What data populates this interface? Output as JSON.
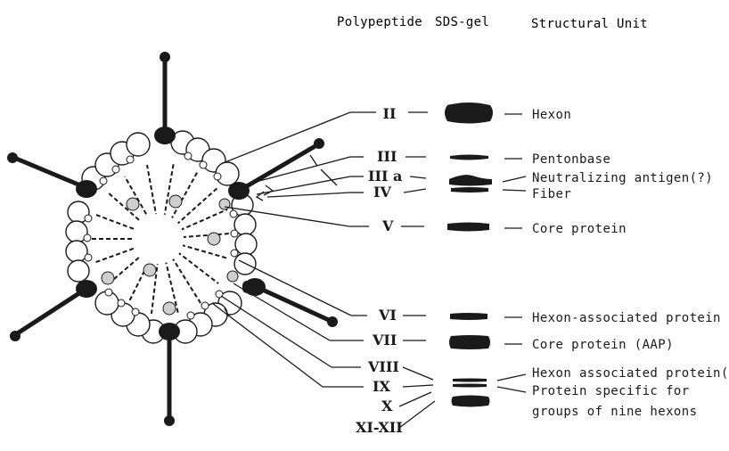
{
  "headers": {
    "polypeptide": "Polypeptide",
    "sds_gel": "SDS-gel",
    "structural_unit": "Structural Unit"
  },
  "polypeptides": {
    "II": "II",
    "III": "III",
    "IIIa": "III a",
    "IV": "IV",
    "V": "V",
    "VI": "VI",
    "VII": "VII",
    "VIII": "VIII",
    "IX": "IX",
    "X": "X",
    "XI_XII": "XI-XII"
  },
  "units": {
    "hexon": "Hexon",
    "pentonbase": "Pentonbase",
    "neutralizing_antigen": "Neutralizing antigen(?)",
    "fiber": "Fiber",
    "core_protein": "Core protein",
    "hexon_associated_protein": "Hexon-associated protein",
    "core_protein_aap": "Core protein (AAP)",
    "hexon_associated_protein_q": "Hexon associated protein(?)",
    "protein_specific_1": "Protein specific for",
    "protein_specific_2": "groups of nine hexons"
  },
  "colors": {
    "ink": "#1a1a1a",
    "paper": "#ffffff"
  }
}
